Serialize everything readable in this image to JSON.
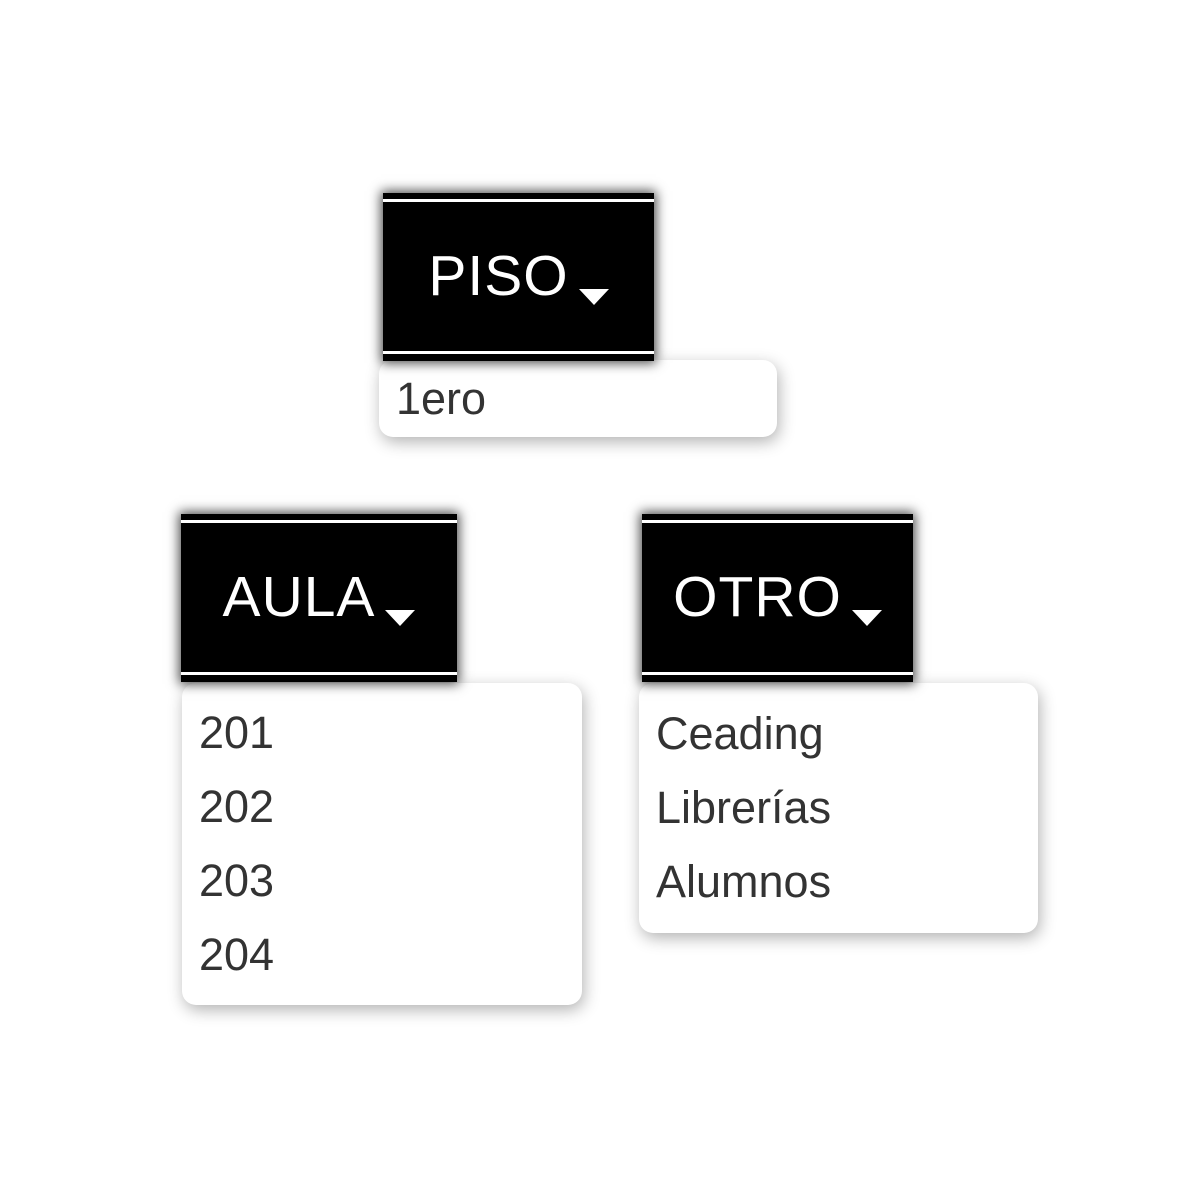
{
  "page": {
    "background": "#ffffff"
  },
  "colors": {
    "button_bg": "#000000",
    "button_text": "#ffffff",
    "button_rule": "#ffffff",
    "panel_bg": "#ffffff",
    "panel_text": "#333333"
  },
  "dropdowns": [
    {
      "id": "piso",
      "label": "PISO",
      "caret_icon": "caret-down-icon",
      "items": [
        "1ero"
      ]
    },
    {
      "id": "aula",
      "label": "AULA",
      "caret_icon": "caret-down-icon",
      "items": [
        "201",
        "202",
        "203",
        "204"
      ]
    },
    {
      "id": "otro",
      "label": "OTRO",
      "caret_icon": "caret-down-icon",
      "items": [
        "Ceading",
        "Librerías",
        "Alumnos"
      ]
    }
  ]
}
